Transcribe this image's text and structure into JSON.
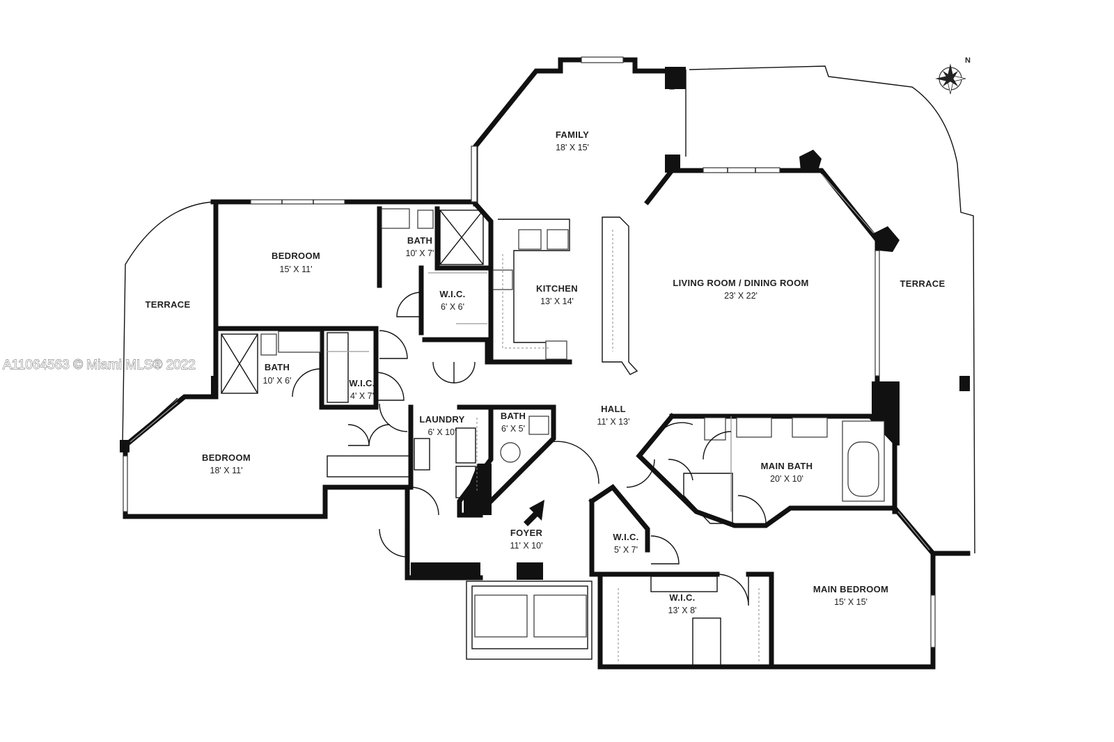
{
  "watermark": "A11064563 © Miami MLS® 2022",
  "compass": {
    "label": "N"
  },
  "rooms": [
    {
      "name": "FAMILY",
      "dims": "18' X 15'"
    },
    {
      "name": "BEDROOM",
      "dims": "15' X 11'"
    },
    {
      "name": "BATH",
      "dims": "10' X 7'"
    },
    {
      "name": "TERRACE",
      "dims": ""
    },
    {
      "name": "W.I.C.",
      "dims": "6' X 6'"
    },
    {
      "name": "KITCHEN",
      "dims": "13' X 14'"
    },
    {
      "name": "LIVING ROOM / DINING ROOM",
      "dims": "23' X 22'"
    },
    {
      "name": "TERRACE",
      "dims": ""
    },
    {
      "name": "BATH",
      "dims": "10' X 6'"
    },
    {
      "name": "W.I.C.",
      "dims": "4' X 7'"
    },
    {
      "name": "HALL",
      "dims": "11' X 13'"
    },
    {
      "name": "LAUNDRY",
      "dims": "6' X 10'"
    },
    {
      "name": "BATH",
      "dims": "6' X 5'"
    },
    {
      "name": "BEDROOM",
      "dims": "18' X 11'"
    },
    {
      "name": "MAIN BATH",
      "dims": "20' X 10'"
    },
    {
      "name": "FOYER",
      "dims": "11' X 10'"
    },
    {
      "name": "W.I.C.",
      "dims": "5' X 7'"
    },
    {
      "name": "W.I.C.",
      "dims": "13' X 8'"
    },
    {
      "name": "MAIN BEDROOM",
      "dims": "15' X 15'"
    }
  ]
}
